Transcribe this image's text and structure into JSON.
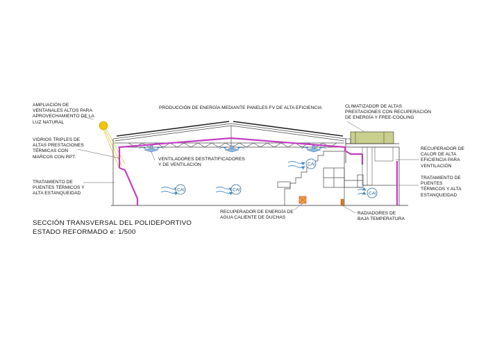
{
  "labels": {
    "ampliacion": "AMPLIACIÓN DE\nVENTANALES ALTOS PARA\nAPROVECHAMIENTO DE LA\nLUZ NATURAL",
    "produccion": "PRODUCCIÓN DE ENERGÍA MEDIANTE PANELES FV DE ALTA EFICIENCIA",
    "climatizador": "CLIMATIZADOR DE ALTAS\nPRESTACIONES CON RECUPERACIÓN\nDE ENERGÍA Y FREE-COOLING",
    "vidrios": "VIDRIOS TRIPLES DE\nALTAS PRESTACIONES\nTÉRMICAS CON\nMARCOS CON RPT.",
    "ventiladores": "VENTILADORES DESTRATIFICADORES\nY DE VENTILACIÓN",
    "recuperador_calor": "RECUPERADOR DE\nCALOR DE ALTA\nEFICIENCIA PARA\nVENTILACIÓN",
    "tratamiento_izq": "TRATAMIENTO DE\nPUENTES TÉRMICOS Y\nALTA ESTANQUEIDAD",
    "tratamiento_der": "TRATAMIENTO DE\nPUENTES\nTÉRMICOS Y ALTA\nESTANQUEIDAD",
    "recuperador_agua": "RECUPERADOR DE ENERGÍA DE\nAGUA CALIENTE DE DUCHAS",
    "radiadores": "RADIADORES DE\nBAJA TEMPERATURA",
    "cai": "CAI"
  },
  "title": "SECCIÓN TRANSVERSAL DEL  POLIDEPORTIVO\nESTADO REFORMADO  e: 1/500",
  "colors": {
    "insulation": "#c43cc4",
    "sun": "#f2c500",
    "climatizador": "#c9cf8c",
    "air": "#4a8fc8",
    "heater": "#e0781c",
    "structure": "#555555"
  }
}
